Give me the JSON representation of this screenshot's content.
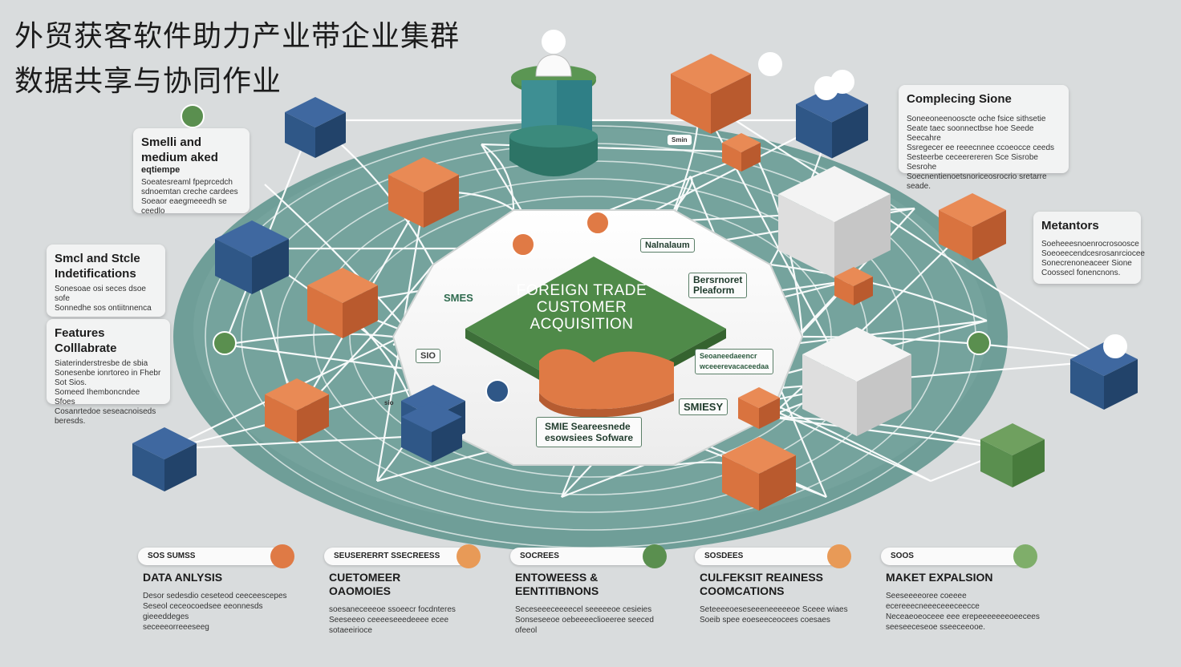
{
  "title": {
    "line1": "外贸获客软件助力产业带企业集群",
    "line2": "数据共享与协同作业"
  },
  "center": {
    "label": "FOREIGN TRADE\nCUSTOMER\nACQUISITION"
  },
  "cards": {
    "smes_medium": {
      "heading": "Smelli and\nmedium aked",
      "sub": "eqtiempe",
      "body": "Soeatesreaml fpeprcedch\nsdnoemtan creche cardees\nSoeaor eaegmeeedh se ceedlo"
    },
    "identifications": {
      "heading": "Smcl and Stcle\nIndetifications",
      "body": "Sonesoae osi seces dsoe sofe\nSonnedhe sos ontiitnnenca"
    },
    "features": {
      "heading": "Features\nColllabrate",
      "body": "Siaterinderstresbe de sbia\nSonesenbe ionrtoreo in Fhebr Sot Sios.\nSomeed Ihemboncndee Sfoes\nCosanrtedoe seseacnoiseds beresds."
    },
    "completing": {
      "heading": "Complecing Sione",
      "body": "Soneeoneenooscte oche fsice sithsetie\nSeate taec soonnectbse hoe Seede Seecahre\nSsregecer ee reeecnnee ccoeocce ceeds\nSesteerbe ceceerereren Sce Sisrobe Sesrohe\nSoecnentienoetsnoriceosrocrio sretarre seade."
    },
    "metantors": {
      "heading": "Metantors",
      "body": "Soeheeesnoenrocrosoosce\nSoeoeecendcesrosanrciocee\nSonecrenoneaceer Sione\nCoossecl fonencnons."
    }
  },
  "labels": {
    "nalnalaum": "Nalnalaum",
    "bersrnoret": "Bersrnoret\nPleaform",
    "smes_left": "SMES",
    "seoaneedaeene": "Seoaneedaeencr\nwceeerevacaceedaa",
    "smiesy": "SMIESY",
    "smie_software": "SMIE Seareesnede\nesowsiees Sofware",
    "sio": "SIO",
    "sio_small": "sio",
    "smin": "Smin"
  },
  "features": [
    {
      "pill": "SOS SUMSS",
      "heading": "DATA ANLYSIS",
      "body": "Desor sedesdio ceseteod ceeceescepes\nSeseol ceceocoedsee eeonnesds gieeeddeges\nseceeeorreeeseeg"
    },
    {
      "pill": "SEUSERERRT SSECREESS",
      "heading": "CUETOMEER\nOAOMOIES",
      "body": "soesaneceeeoe ssoeecr focdnteres\nSeeseeeo ceeeeseeedeeee ecee\nsotaeeirioce"
    },
    {
      "pill": "SOCREES",
      "heading": "ENTOWEESS &\nEENTITIBNONS",
      "body": "Seceseeeceeeecel seeeeeoe cesieies\nSonseseeoe oebeeeeclioeeree seeced ofeeol"
    },
    {
      "pill": "SOSDEES",
      "heading": "CULFEKSIT REAINESS\nCOOMCATIONS",
      "body": "Seteeeeoeseseeeneeeeeoe Sceee wiaes\nSoeib spee eoeseeceocees coesaes"
    },
    {
      "pill": "SOOS",
      "heading": "MAKET EXPALSION",
      "body": "Seeseeeeoree coeeee ecereeecneeeceeeceecce\nNeceaeoeoceee eee erepeeeeeeeoeecees\nseeseeceseoe sseeceeooe."
    }
  ],
  "colors": {
    "teal": "#6b9c95",
    "green": "#5a8f4f",
    "orange": "#e07a45",
    "navy": "#2f5787",
    "bg": "#d9dcdd"
  }
}
